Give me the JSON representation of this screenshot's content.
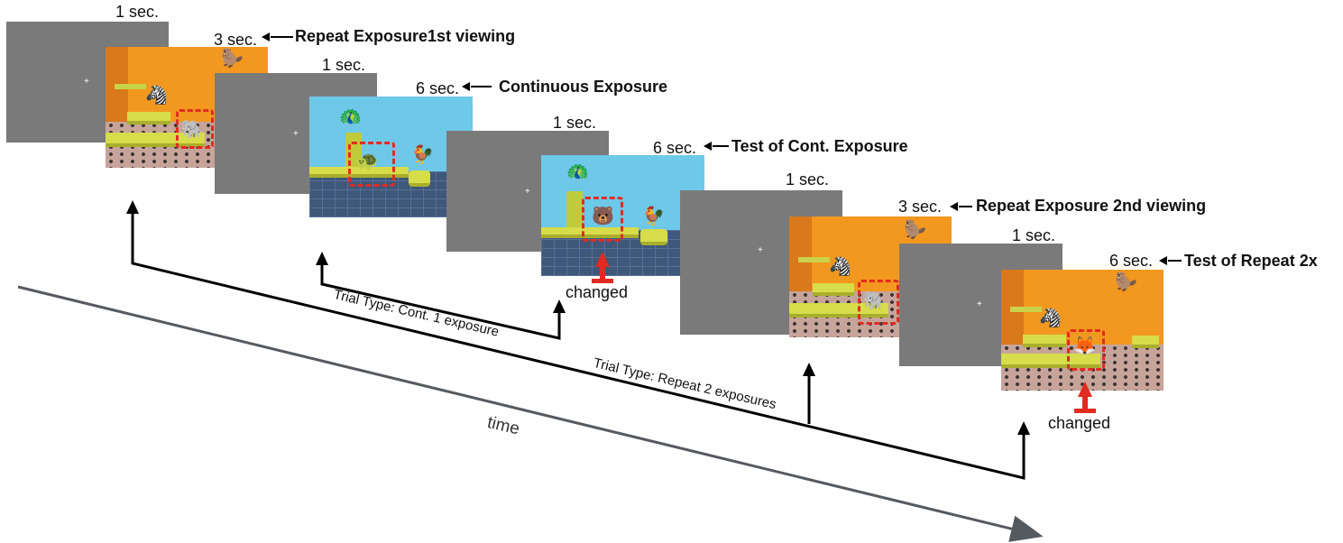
{
  "frames": [
    {
      "duration": "1 sec."
    },
    {
      "duration": "3 sec.",
      "label": "Repeat Exposure1st viewing"
    },
    {
      "duration": "1 sec."
    },
    {
      "duration": "6 sec.",
      "label": "Continuous Exposure"
    },
    {
      "duration": "1 sec."
    },
    {
      "duration": "6 sec.",
      "label": "Test of Cont. Exposure"
    },
    {
      "duration": "1 sec."
    },
    {
      "duration": "3 sec.",
      "label": "Repeat Exposure 2nd viewing"
    },
    {
      "duration": "1 sec."
    },
    {
      "duration": "6 sec.",
      "label": "Test of Repeat 2x"
    }
  ],
  "changed_label": "changed",
  "trial_types": {
    "cont": "Trial Type: Cont. 1 exposure",
    "repeat": "Trial Type: Repeat 2 exposures"
  },
  "time_label": "time",
  "colors": {
    "arrow": "#e22b20",
    "highlight": "#e22b20",
    "blank_screen": "#7a7a7a",
    "orange_wall": "#f3981f",
    "blue_wall": "#6ec8e8",
    "timeline": "#555a5f"
  }
}
